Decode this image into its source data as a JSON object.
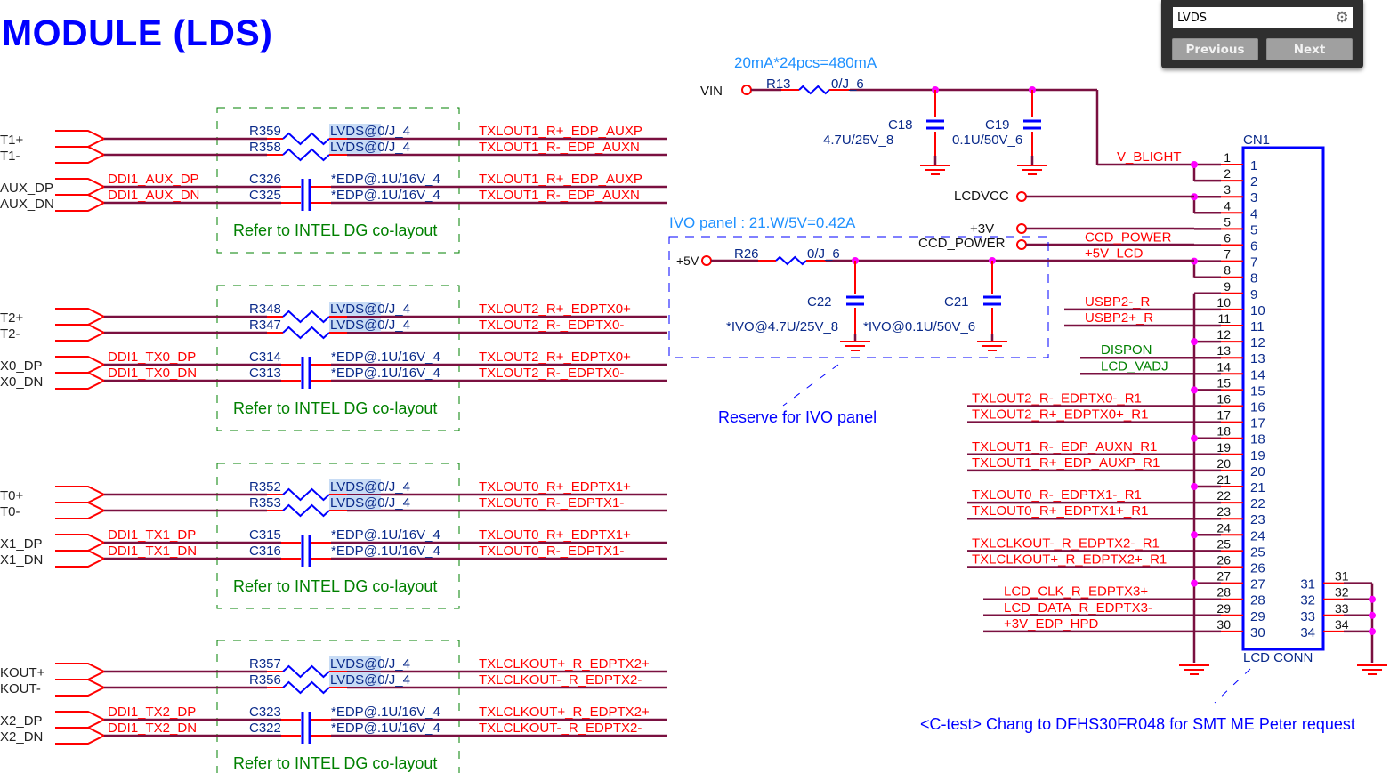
{
  "page_title": "MODULE (LDS)",
  "find_panel": {
    "search_value": "LVDS",
    "settings_icon": "gear-icon",
    "previous_label": "Previous",
    "next_label": "Next"
  },
  "colors": {
    "wire": "#7a1040",
    "wire_stub": "#ff0000",
    "net_label": "#ff0000",
    "component_text": "#0a2a8a",
    "component_symbol": "#0000ff",
    "junction": "#ff00ff",
    "green_note": "#008000",
    "blue_note": "#0000ff",
    "lightblue_note": "#1e90ff",
    "highlight": "#c8dcf5",
    "title": "#0000ff"
  },
  "lvds_groups": [
    {
      "port_labels": [
        "T1+",
        "T1-"
      ],
      "resistors": [
        {
          "ref": "R359",
          "value": "LVDS@0/J_4",
          "net_out": "TXLOUT1_R+_EDP_AUXP"
        },
        {
          "ref": "R358",
          "value": "LVDS@0/J_4",
          "net_out": "TXLOUT1_R-_EDP_AUXN"
        }
      ],
      "edp_port_labels": [
        "AUX_DP",
        "AUX_DN"
      ],
      "edp_net_labels": [
        "DDI1_AUX_DP",
        "DDI1_AUX_DN"
      ],
      "capacitors": [
        {
          "ref": "C326",
          "value": "*EDP@.1U/16V_4",
          "net_out": "TXLOUT1_R+_EDP_AUXP"
        },
        {
          "ref": "C325",
          "value": "*EDP@.1U/16V_4",
          "net_out": "TXLOUT1_R-_EDP_AUXN"
        }
      ],
      "note": "Refer to INTEL DG co-layout"
    },
    {
      "port_labels": [
        "T2+",
        "T2-"
      ],
      "resistors": [
        {
          "ref": "R348",
          "value": "LVDS@0/J_4",
          "net_out": "TXLOUT2_R+_EDPTX0+"
        },
        {
          "ref": "R347",
          "value": "LVDS@0/J_4",
          "net_out": "TXLOUT2_R-_EDPTX0-"
        }
      ],
      "edp_port_labels": [
        "X0_DP",
        "X0_DN"
      ],
      "edp_net_labels": [
        "DDI1_TX0_DP",
        "DDI1_TX0_DN"
      ],
      "capacitors": [
        {
          "ref": "C314",
          "value": "*EDP@.1U/16V_4",
          "net_out": "TXLOUT2_R+_EDPTX0+"
        },
        {
          "ref": "C313",
          "value": "*EDP@.1U/16V_4",
          "net_out": "TXLOUT2_R-_EDPTX0-"
        }
      ],
      "note": "Refer to INTEL DG co-layout"
    },
    {
      "port_labels": [
        "T0+",
        "T0-"
      ],
      "resistors": [
        {
          "ref": "R352",
          "value": "LVDS@0/J_4",
          "net_out": "TXLOUT0_R+_EDPTX1+"
        },
        {
          "ref": "R353",
          "value": "LVDS@0/J_4",
          "net_out": "TXLOUT0_R-_EDPTX1-"
        }
      ],
      "edp_port_labels": [
        "X1_DP",
        "X1_DN"
      ],
      "edp_net_labels": [
        "DDI1_TX1_DP",
        "DDI1_TX1_DN"
      ],
      "capacitors": [
        {
          "ref": "C315",
          "value": "*EDP@.1U/16V_4",
          "net_out": "TXLOUT0_R+_EDPTX1+"
        },
        {
          "ref": "C316",
          "value": "*EDP@.1U/16V_4",
          "net_out": "TXLOUT0_R-_EDPTX1-"
        }
      ],
      "note": "Refer to INTEL DG co-layout"
    },
    {
      "port_labels": [
        "KOUT+",
        "KOUT-"
      ],
      "resistors": [
        {
          "ref": "R357",
          "value": "LVDS@0/J_4",
          "net_out": "TXLCLKOUT+_R_EDPTX2+"
        },
        {
          "ref": "R356",
          "value": "LVDS@0/J_4",
          "net_out": "TXLCLKOUT-_R_EDPTX2-"
        }
      ],
      "edp_port_labels": [
        "X2_DP",
        "X2_DN"
      ],
      "edp_net_labels": [
        "DDI1_TX2_DP",
        "DDI1_TX2_DN"
      ],
      "capacitors": [
        {
          "ref": "C323",
          "value": "*EDP@.1U/16V_4",
          "net_out": "TXLCLKOUT+_R_EDPTX2+"
        },
        {
          "ref": "C322",
          "value": "*EDP@.1U/16V_4",
          "net_out": "TXLCLKOUT-_R_EDPTX2-"
        }
      ],
      "note": "Refer to INTEL DG co-layout"
    }
  ],
  "backlight": {
    "note": "20mA*24pcs=480mA",
    "port": "VIN",
    "resistor": {
      "ref": "R13",
      "value": "0/J_6"
    },
    "caps": [
      {
        "ref": "C18",
        "value": "4.7U/25V_8"
      },
      {
        "ref": "C19",
        "value": "0.1U/50V_6"
      }
    ],
    "net": "V_BLIGHT"
  },
  "ivo_panel": {
    "note": "IVO panel : 21.W/5V=0.42A",
    "port": "+5V",
    "resistor": {
      "ref": "R26",
      "value": "0/J_6"
    },
    "caps": [
      {
        "ref": "C22",
        "value": "*IVO@4.7U/25V_8"
      },
      {
        "ref": "C21",
        "value": "*IVO@0.1U/50V_6"
      }
    ],
    "reserve_note": "Reserve for IVO panel"
  },
  "power_ports": [
    "LCDVCC",
    "+3V",
    "CCD_POWER"
  ],
  "connector": {
    "ref": "CN1",
    "name": "LCD CONN",
    "pins_left": [
      "1",
      "2",
      "3",
      "4",
      "5",
      "6",
      "7",
      "8",
      "9",
      "10",
      "11",
      "12",
      "13",
      "14",
      "15",
      "16",
      "17",
      "18",
      "19",
      "20",
      "21",
      "22",
      "23",
      "24",
      "25",
      "26",
      "27",
      "28",
      "29",
      "30"
    ],
    "pins_right": [
      "31",
      "32",
      "33",
      "34"
    ],
    "nets": [
      {
        "pin": "1",
        "label": "V_BLIGHT",
        "color": "red"
      },
      {
        "pin": "6",
        "label": "CCD_POWER",
        "color": "red"
      },
      {
        "pin": "7",
        "label": "+5V_LCD",
        "color": "red"
      },
      {
        "pin": "10",
        "label": "USBP2-_R",
        "color": "red"
      },
      {
        "pin": "11",
        "label": "USBP2+_R",
        "color": "red"
      },
      {
        "pin": "13",
        "label": "DISPON",
        "color": "green"
      },
      {
        "pin": "14",
        "label": "LCD_VADJ",
        "color": "green"
      },
      {
        "pin": "16",
        "label": "TXLOUT2_R-_EDPTX0-_R1",
        "color": "red"
      },
      {
        "pin": "17",
        "label": "TXLOUT2_R+_EDPTX0+_R1",
        "color": "red"
      },
      {
        "pin": "19",
        "label": "TXLOUT1_R-_EDP_AUXN_R1",
        "color": "red"
      },
      {
        "pin": "20",
        "label": "TXLOUT1_R+_EDP_AUXP_R1",
        "color": "red"
      },
      {
        "pin": "22",
        "label": "TXLOUT0_R-_EDPTX1-_R1",
        "color": "red"
      },
      {
        "pin": "23",
        "label": "TXLOUT0_R+_EDPTX1+_R1",
        "color": "red"
      },
      {
        "pin": "25",
        "label": "TXLCLKOUT-_R_EDPTX2-_R1",
        "color": "red"
      },
      {
        "pin": "26",
        "label": "TXLCLKOUT+_R_EDPTX2+_R1",
        "color": "red"
      },
      {
        "pin": "28",
        "label": "LCD_CLK_R_EDPTX3+",
        "color": "red"
      },
      {
        "pin": "29",
        "label": "LCD_DATA_R_EDPTX3-",
        "color": "red"
      },
      {
        "pin": "30",
        "label": "+3V_EDP_HPD",
        "color": "red"
      }
    ],
    "change_note": "<C-test> Chang to DFHS30FR048 for SMT ME Peter request"
  }
}
